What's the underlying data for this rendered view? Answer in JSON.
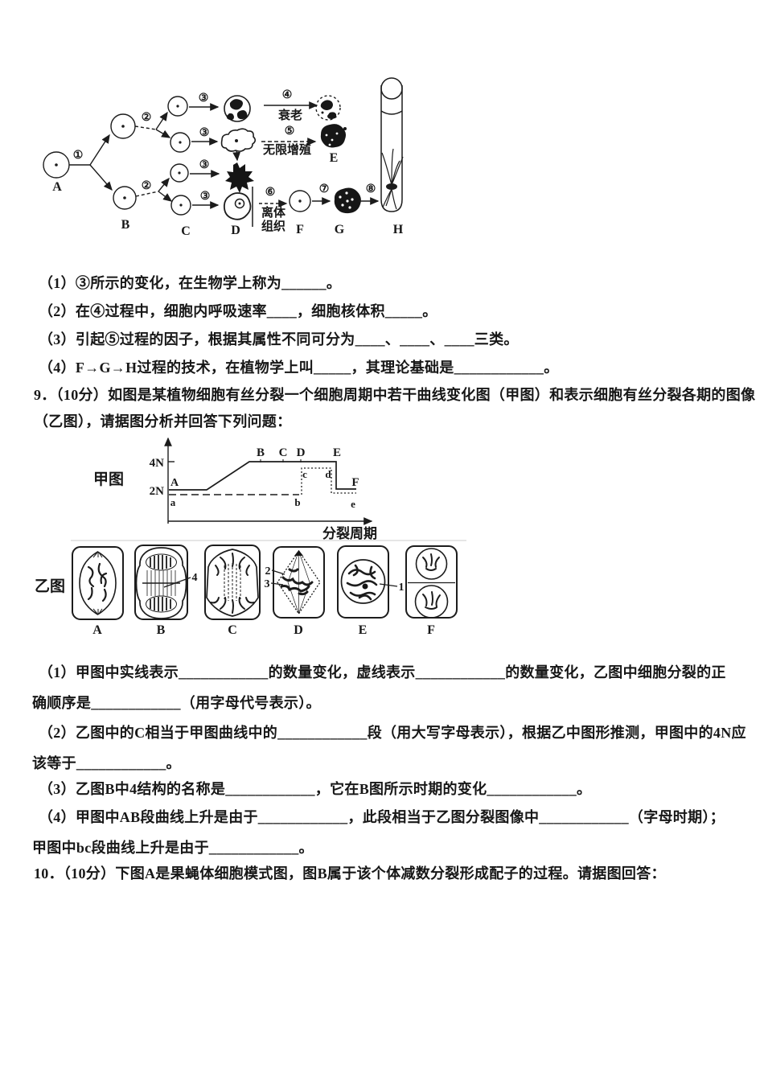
{
  "flow_diagram": {
    "steps": [
      "①",
      "②",
      "③",
      "④",
      "⑤",
      "⑥",
      "⑦",
      "⑧"
    ],
    "letters": [
      "A",
      "B",
      "C",
      "D",
      "E",
      "F",
      "G",
      "H"
    ],
    "senescence_label": "衰老",
    "immortal_label": "无限增殖",
    "explant_label_1": "离体",
    "explant_label_2": "组织"
  },
  "question8": {
    "parts": [
      "（1）③所示的变化，在生物学上称为______。",
      "（2）在④过程中，细胞内呼吸速率____，细胞核体积_____。",
      "（3）引起⑤过程的因子，根据其属性不同可分为____、____、____三类。",
      "（4）F→G→H过程的技术，在植物学上叫_____，其理论基础是____________。"
    ]
  },
  "question9": {
    "stem_lines": [
      "9．（10分）如图是某植物细胞有丝分裂一个细胞周期中若干曲线变化图（甲图）和表示细胞有丝分裂各期的图像",
      "（乙图），请据图分析并回答下列问题："
    ],
    "figure": {
      "jia_title": "甲图",
      "yi_title": "乙图",
      "x_axis_label": "分裂周期",
      "y_tick_4n": "4N",
      "y_tick_2n": "2N",
      "solid_points": [
        "A",
        "B",
        "C",
        "D",
        "E",
        "F"
      ],
      "dashed_points": [
        "a",
        "b",
        "c",
        "d",
        "e"
      ],
      "cell_images": [
        "A",
        "B",
        "C",
        "D",
        "E",
        "F"
      ],
      "callouts": {
        "n1": "1",
        "n2": "2",
        "n3": "3",
        "n4": "4"
      }
    },
    "chart_data": {
      "type": "line",
      "title": "甲图",
      "xlabel": "分裂周期",
      "y_ticks": [
        "2N",
        "4N"
      ],
      "series": [
        {
          "name": "实线",
          "points": [
            [
              "A",
              "2N"
            ],
            [
              "B",
              "4N"
            ],
            [
              "C",
              "4N"
            ],
            [
              "D",
              "4N"
            ],
            [
              "E",
              "4N"
            ],
            [
              "F",
              "2N"
            ]
          ]
        },
        {
          "name": "虚线",
          "points": [
            [
              "a",
              "2N"
            ],
            [
              "b",
              "2N"
            ],
            [
              "c",
              "4N"
            ],
            [
              "d",
              "4N"
            ],
            [
              "e",
              "2N"
            ]
          ]
        }
      ]
    },
    "part_lines": [
      "（1）甲图中实线表示____________的数量变化，虚线表示____________的数量变化，乙图中细胞分裂的正",
      "确顺序是____________（用字母代号表示）。",
      "（2）乙图中的C相当于甲图曲线中的____________段（用大写字母表示），根据乙中图形推测，甲图中的4N应",
      "该等于____________。",
      "（3）乙图B中4结构的名称是____________，它在B图所示时期的变化____________。",
      "（4）甲图中AB段曲线上升是由于____________，此段相当于乙图分裂图像中____________（字母时期）；",
      "甲图中bc段曲线上升是由于____________。"
    ]
  },
  "question10": {
    "stem": "10．（10分）下图A是果蝇体细胞模式图，图B属于该个体减数分裂形成配子的过程。请据图回答："
  }
}
